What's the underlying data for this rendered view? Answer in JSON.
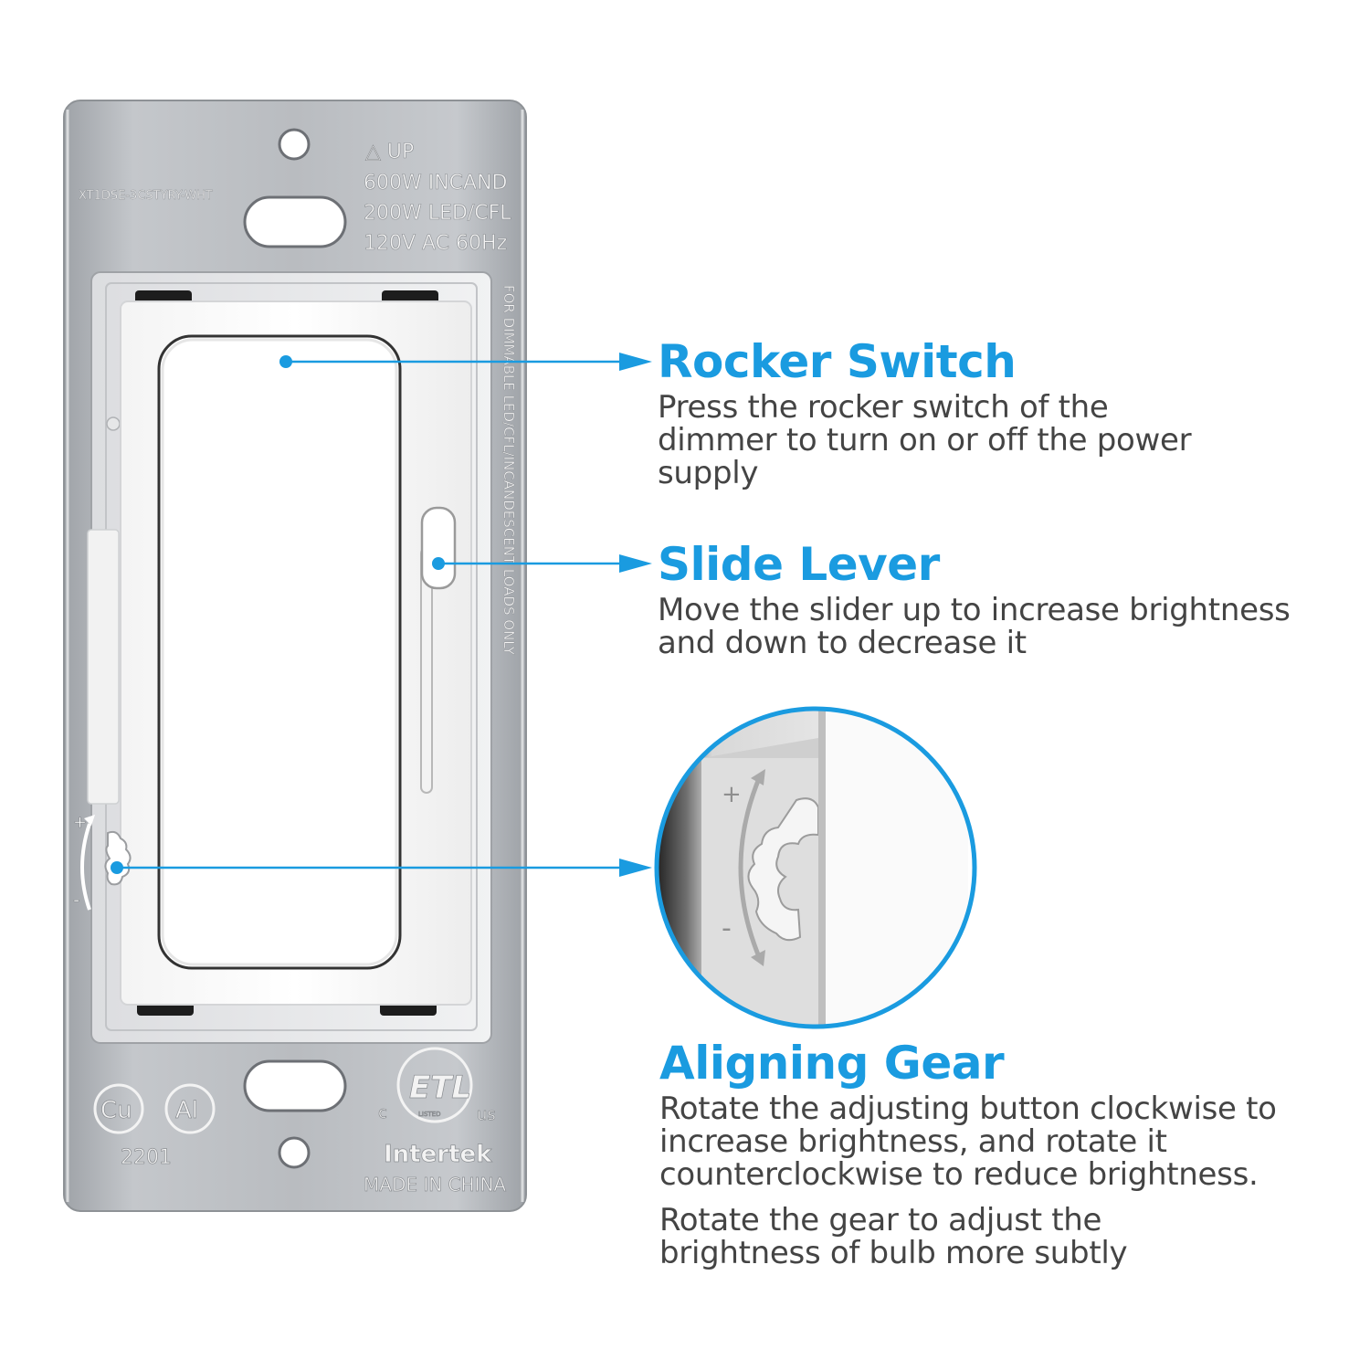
{
  "colors": {
    "accent": "#1a9be0",
    "plate": "#b5b8bc",
    "switch_body": "#ffffff",
    "body_text": "#444444"
  },
  "plate": {
    "markings": [
      "△ UP",
      "600W INCAND",
      "200W LED/CFL",
      "120V AC 60Hz"
    ],
    "model_code": "XT1DSE-3CSTYRY-WHT",
    "side_text": "FOR DIMMABLE LED/CFL/INCANDESCENT LOADS ONLY",
    "cert_cu": "Cu",
    "cert_al": "Al",
    "date_code": "2201",
    "etl_mark": "ETL",
    "etl_c": "c",
    "etl_us": "us",
    "etl_listed": "LISTED",
    "maker": "Intertek",
    "origin": "MADE IN CHINA"
  },
  "gear_marks": {
    "plus": "+",
    "minus": "-"
  },
  "features": [
    {
      "title": "Rocker Switch",
      "lines": [
        "Press the rocker switch of the dimmer to turn on or off the power supply"
      ]
    },
    {
      "title": "Slide Lever",
      "lines": [
        "Move the slider up to increase brightness and down to decrease it"
      ]
    },
    {
      "title": "Aligning Gear",
      "lines": [
        "Rotate the adjusting button clockwise to increase brightness, and rotate it counterclockwise to reduce brightness.",
        "Rotate the gear to adjust the brightness of bulb more subtly"
      ]
    }
  ]
}
